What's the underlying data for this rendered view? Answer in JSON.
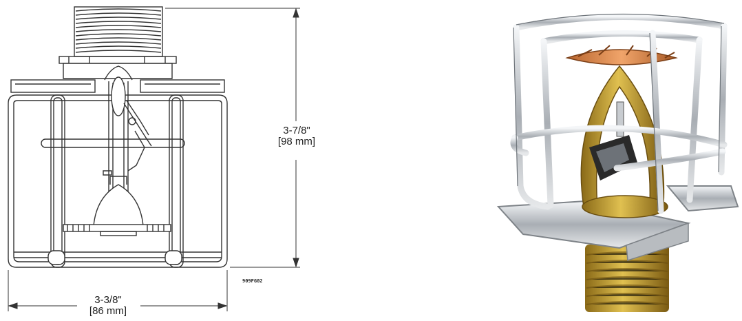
{
  "drawing": {
    "height_dimension": {
      "imperial": "3-7/8\"",
      "metric": "[98 mm]"
    },
    "width_dimension": {
      "imperial": "3-3/8\"",
      "metric": "[86 mm]"
    },
    "figure_code": "909FG02"
  },
  "photo": {
    "subject": "sprinkler-with-wire-guard",
    "colors": {
      "brass": "#c9a227",
      "chrome": "#c8ccd0",
      "deflector": "#c8753e"
    }
  }
}
